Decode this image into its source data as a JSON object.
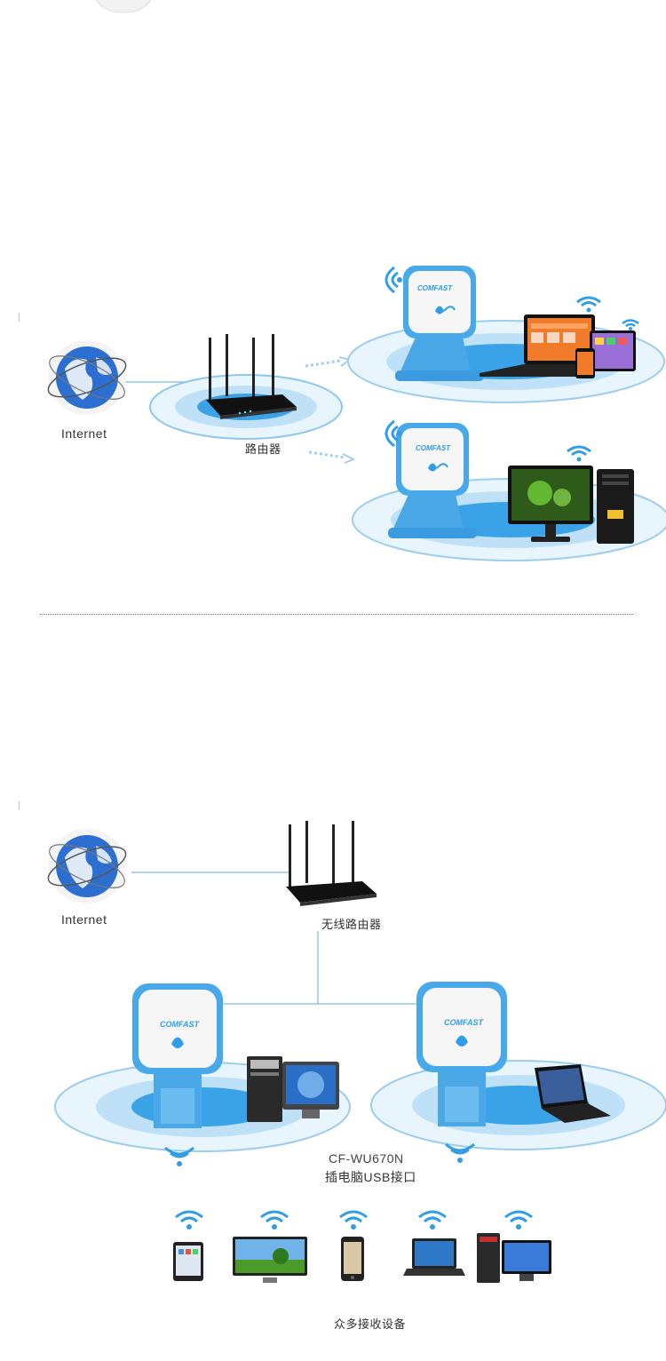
{
  "diagram_top": {
    "internet_label": "Internet",
    "router_label": "路由器",
    "adapter_brand": "COMFAST"
  },
  "diagram_bottom": {
    "internet_label": "Internet",
    "router_label": "无线路由器",
    "adapter_brand": "COMFAST",
    "adapter_model": "CF-WU670N",
    "adapter_desc": "插电脑USB接口",
    "devices_label": "众多接收设备"
  },
  "colors": {
    "accent_blue": "#2f9ee6",
    "halo_blue": "#3aa3e8",
    "device_dark": "#222222"
  }
}
